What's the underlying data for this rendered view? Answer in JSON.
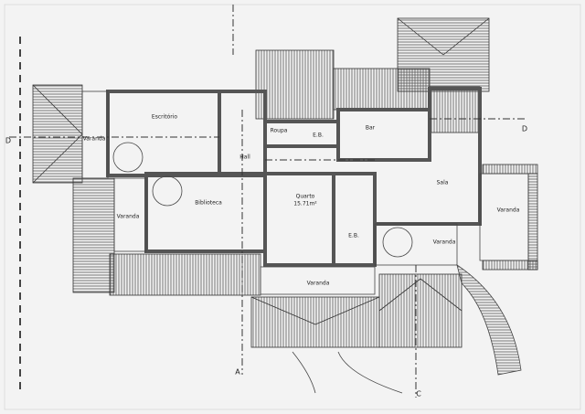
{
  "rooms": {
    "escritorio": "Escritório",
    "varanda_left_top": "Varanda",
    "roupa": "Roupa",
    "eb_top": "E.B.",
    "bar": "Bar",
    "hall": "Hall",
    "quarto": "Quarto",
    "quarto_area": "15.71m²",
    "biblioteca": "Biblioteca",
    "varanda_left_mid": "Varanda",
    "sala": "Sala",
    "varanda_right": "Varanda",
    "varanda_right_low": "Varanda",
    "eb_low": "E.B.",
    "varanda_bottom": "Varanda"
  },
  "sections": {
    "d_left": "D",
    "d_right": "D",
    "a": "A",
    "c": "C"
  },
  "colors": {
    "wall": "#555555",
    "line": "#333333",
    "paper": "#f3f3f3"
  }
}
